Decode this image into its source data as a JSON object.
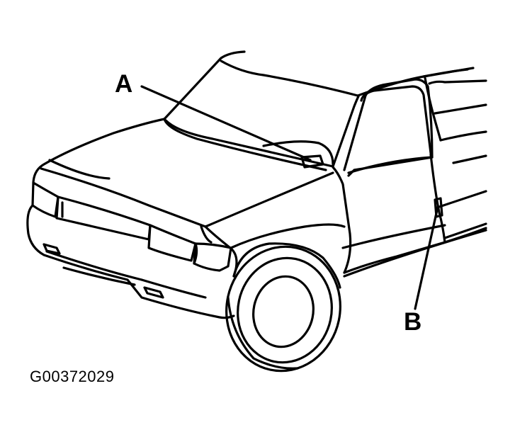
{
  "callouts": {
    "a": "A",
    "b": "B"
  },
  "figure_id": "G00372029",
  "colors": {
    "line": "#000000",
    "background": "#ffffff"
  }
}
